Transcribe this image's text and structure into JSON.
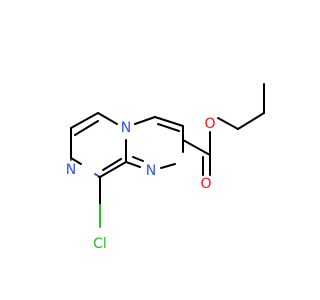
{
  "molecule": {
    "atoms": {
      "n_pyrazine": {
        "label": "N",
        "color": "#3050F8"
      },
      "n_bridge": {
        "label": "N",
        "color": "#3050F8"
      },
      "n_imidazole": {
        "label": "N",
        "color": "#3050F8"
      },
      "o_ester": {
        "label": "O",
        "color": "#FF0D0D"
      },
      "o_carbonyl": {
        "label": "O",
        "color": "#FF0D0D"
      },
      "cl": {
        "label": "Cl",
        "color": "#1FC01F"
      }
    },
    "bond_color": "#000000"
  }
}
